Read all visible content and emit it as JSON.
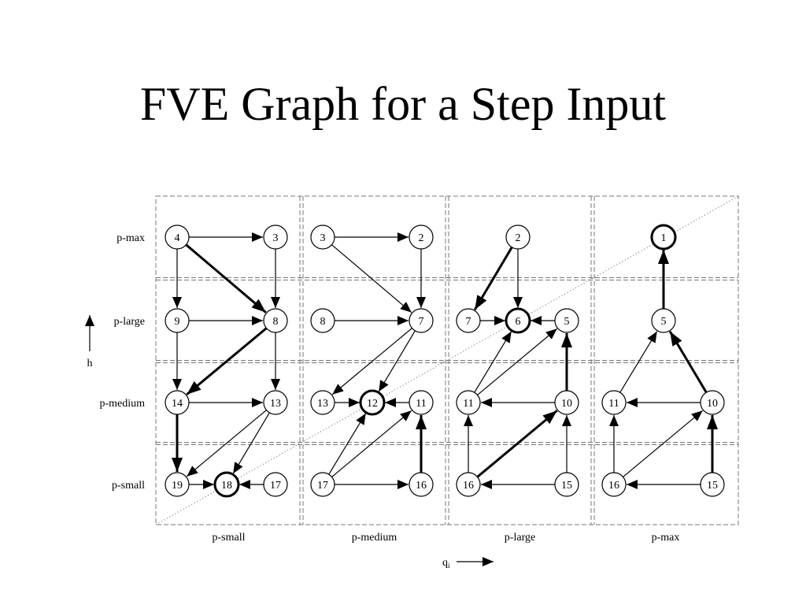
{
  "title": "FVE Graph for a Step Input",
  "rows": [
    "p-max",
    "p-large",
    "p-medium",
    "p-small"
  ],
  "columns": [
    "p-small",
    "p-medium",
    "p-large",
    "p-max"
  ],
  "h_axis_label": "h",
  "q_axis_label": "q",
  "q_axis_subscript": "i",
  "panels": [
    {
      "nodes": [
        {
          "id": "4",
          "label": "4",
          "row": 0,
          "slot": 0
        },
        {
          "id": "3",
          "label": "3",
          "row": 0,
          "slot": 1
        },
        {
          "id": "9",
          "label": "9",
          "row": 1,
          "slot": 0
        },
        {
          "id": "8",
          "label": "8",
          "row": 1,
          "slot": 1
        },
        {
          "id": "14",
          "label": "14",
          "row": 2,
          "slot": 0
        },
        {
          "id": "13",
          "label": "13",
          "row": 2,
          "slot": 1
        },
        {
          "id": "19",
          "label": "19",
          "row": 3,
          "slot": 0
        },
        {
          "id": "18",
          "label": "18",
          "row": 3,
          "slot": "mid",
          "bold": true
        },
        {
          "id": "17",
          "label": "17",
          "row": 3,
          "slot": 1
        }
      ],
      "edges": [
        {
          "from": "4",
          "to": "3"
        },
        {
          "from": "4",
          "to": "9"
        },
        {
          "from": "4",
          "to": "8",
          "bold": true
        },
        {
          "from": "3",
          "to": "8"
        },
        {
          "from": "9",
          "to": "8"
        },
        {
          "from": "9",
          "to": "14"
        },
        {
          "from": "8",
          "to": "14",
          "bold": true
        },
        {
          "from": "8",
          "to": "13"
        },
        {
          "from": "14",
          "to": "13"
        },
        {
          "from": "14",
          "to": "19",
          "bold": true
        },
        {
          "from": "13",
          "to": "19"
        },
        {
          "from": "13",
          "to": "18"
        },
        {
          "from": "19",
          "to": "18"
        },
        {
          "from": "17",
          "to": "18"
        }
      ]
    },
    {
      "nodes": [
        {
          "id": "3",
          "label": "3",
          "row": 0,
          "slot": 0
        },
        {
          "id": "2",
          "label": "2",
          "row": 0,
          "slot": 1
        },
        {
          "id": "8",
          "label": "8",
          "row": 1,
          "slot": 0
        },
        {
          "id": "7",
          "label": "7",
          "row": 1,
          "slot": 1
        },
        {
          "id": "13",
          "label": "13",
          "row": 2,
          "slot": 0
        },
        {
          "id": "12",
          "label": "12",
          "row": 2,
          "slot": "mid",
          "bold": true
        },
        {
          "id": "11",
          "label": "11",
          "row": 2,
          "slot": 1
        },
        {
          "id": "17",
          "label": "17",
          "row": 3,
          "slot": 0
        },
        {
          "id": "16",
          "label": "16",
          "row": 3,
          "slot": 1
        }
      ],
      "edges": [
        {
          "from": "3",
          "to": "2"
        },
        {
          "from": "3",
          "to": "7"
        },
        {
          "from": "2",
          "to": "7"
        },
        {
          "from": "8",
          "to": "7"
        },
        {
          "from": "7",
          "to": "13"
        },
        {
          "from": "7",
          "to": "12"
        },
        {
          "from": "13",
          "to": "12"
        },
        {
          "from": "11",
          "to": "12"
        },
        {
          "from": "17",
          "to": "12"
        },
        {
          "from": "17",
          "to": "11"
        },
        {
          "from": "17",
          "to": "16"
        },
        {
          "from": "16",
          "to": "11",
          "bold": true
        }
      ]
    },
    {
      "nodes": [
        {
          "id": "2",
          "label": "2",
          "row": 0,
          "slot": "mid"
        },
        {
          "id": "7",
          "label": "7",
          "row": 1,
          "slot": 0
        },
        {
          "id": "6",
          "label": "6",
          "row": 1,
          "slot": "mid",
          "bold": true
        },
        {
          "id": "5",
          "label": "5",
          "row": 1,
          "slot": 1
        },
        {
          "id": "11",
          "label": "11",
          "row": 2,
          "slot": 0
        },
        {
          "id": "10",
          "label": "10",
          "row": 2,
          "slot": 1
        },
        {
          "id": "16",
          "label": "16",
          "row": 3,
          "slot": 0
        },
        {
          "id": "15",
          "label": "15",
          "row": 3,
          "slot": 1
        }
      ],
      "edges": [
        {
          "from": "2",
          "to": "7",
          "bold": true
        },
        {
          "from": "2",
          "to": "6"
        },
        {
          "from": "7",
          "to": "6"
        },
        {
          "from": "5",
          "to": "6"
        },
        {
          "from": "11",
          "to": "6"
        },
        {
          "from": "11",
          "to": "5"
        },
        {
          "from": "10",
          "to": "5",
          "bold": true
        },
        {
          "from": "10",
          "to": "11"
        },
        {
          "from": "16",
          "to": "11"
        },
        {
          "from": "16",
          "to": "10",
          "bold": true
        },
        {
          "from": "15",
          "to": "10"
        },
        {
          "from": "15",
          "to": "16"
        }
      ]
    },
    {
      "nodes": [
        {
          "id": "1",
          "label": "1",
          "row": 0,
          "slot": "mid",
          "bold": true
        },
        {
          "id": "5",
          "label": "5",
          "row": 1,
          "slot": "mid"
        },
        {
          "id": "11",
          "label": "11",
          "row": 2,
          "slot": 0
        },
        {
          "id": "10",
          "label": "10",
          "row": 2,
          "slot": 1
        },
        {
          "id": "16",
          "label": "16",
          "row": 3,
          "slot": 0
        },
        {
          "id": "15",
          "label": "15",
          "row": 3,
          "slot": 1
        }
      ],
      "edges": [
        {
          "from": "5",
          "to": "1",
          "bold": true
        },
        {
          "from": "11",
          "to": "5"
        },
        {
          "from": "10",
          "to": "5",
          "bold": true
        },
        {
          "from": "10",
          "to": "11"
        },
        {
          "from": "16",
          "to": "11"
        },
        {
          "from": "16",
          "to": "10"
        },
        {
          "from": "15",
          "to": "10",
          "bold": true
        },
        {
          "from": "15",
          "to": "16"
        }
      ]
    }
  ]
}
